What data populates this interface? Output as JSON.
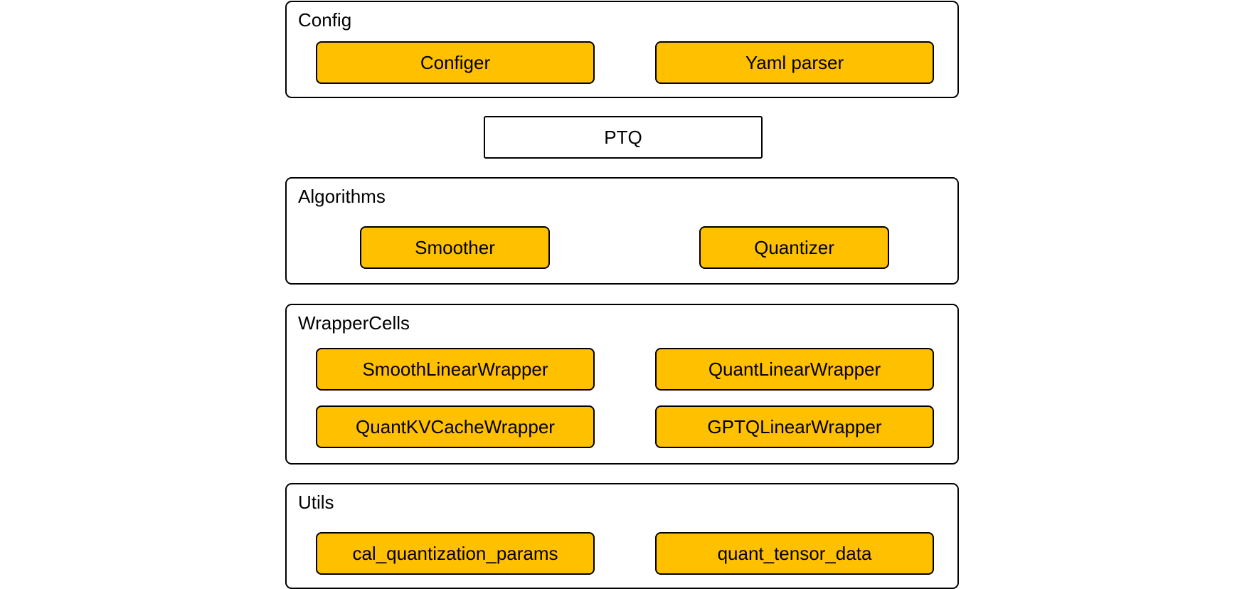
{
  "colors": {
    "component_fill": "#ffc000",
    "border": "#000000",
    "background": "#ffffff"
  },
  "config": {
    "title": "Config",
    "items": [
      "Configer",
      "Yaml parser"
    ]
  },
  "ptq": {
    "label": "PTQ"
  },
  "algorithms": {
    "title": "Algorithms",
    "items": [
      "Smoother",
      "Quantizer"
    ]
  },
  "wrapper_cells": {
    "title": "WrapperCells",
    "items": [
      "SmoothLinearWrapper",
      "QuantLinearWrapper",
      "QuantKVCacheWrapper",
      "GPTQLinearWrapper"
    ]
  },
  "utils": {
    "title": "Utils",
    "items": [
      "cal_quantization_params",
      "quant_tensor_data"
    ]
  }
}
